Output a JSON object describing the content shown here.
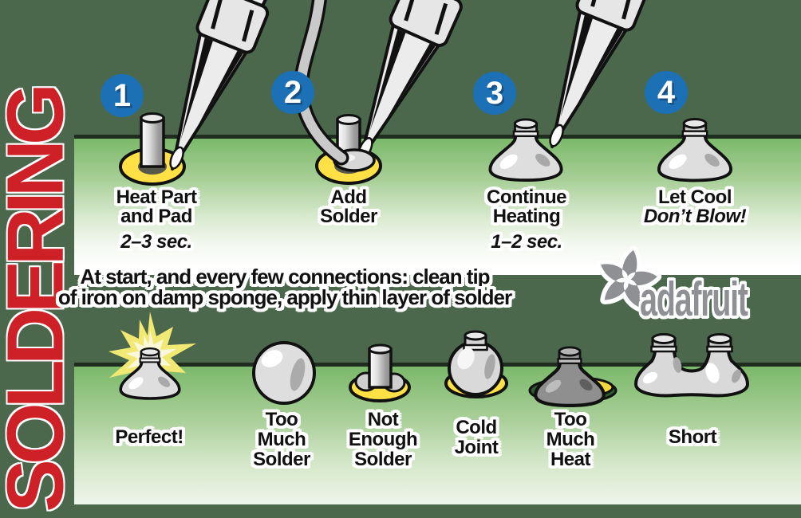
{
  "title": "SOLDERING",
  "steps": [
    {
      "num": "1",
      "label": "Heat Part\nand Pad",
      "note": "2–3 sec."
    },
    {
      "num": "2",
      "label": "Add\nSolder",
      "note": ""
    },
    {
      "num": "3",
      "label": "Continue\nHeating",
      "note": "1–2 sec."
    },
    {
      "num": "4",
      "label": "Let Cool",
      "note": "Don’t Blow!"
    }
  ],
  "cleaning_note": "At start, and every few connections: clean tip\nof iron on damp sponge, apply thin layer of solder",
  "brand": "adafruit",
  "joints": [
    {
      "label": "Perfect!"
    },
    {
      "label": "Too\nMuch\nSolder"
    },
    {
      "label": "Not\nEnough\nSolder"
    },
    {
      "label": "Cold\nJoint"
    },
    {
      "label": "Too\nMuch\nHeat"
    },
    {
      "label": "Short"
    }
  ],
  "illustrations": [
    "soldering-iron",
    "solder-wire",
    "pin-and-pad",
    "solder-joint-volcano",
    "starburst",
    "adafruit-flower-logo"
  ],
  "colors": {
    "background_green": "#4B684C",
    "board_green": "#7BB96A",
    "board_edge": "#1F2D1F",
    "pad_yellow": "#FFE045",
    "step_blue": "#1B70B6",
    "title_red": "#CE2127",
    "logo_gray": "#8E9093",
    "solder_gray": "#DEDEDE"
  }
}
